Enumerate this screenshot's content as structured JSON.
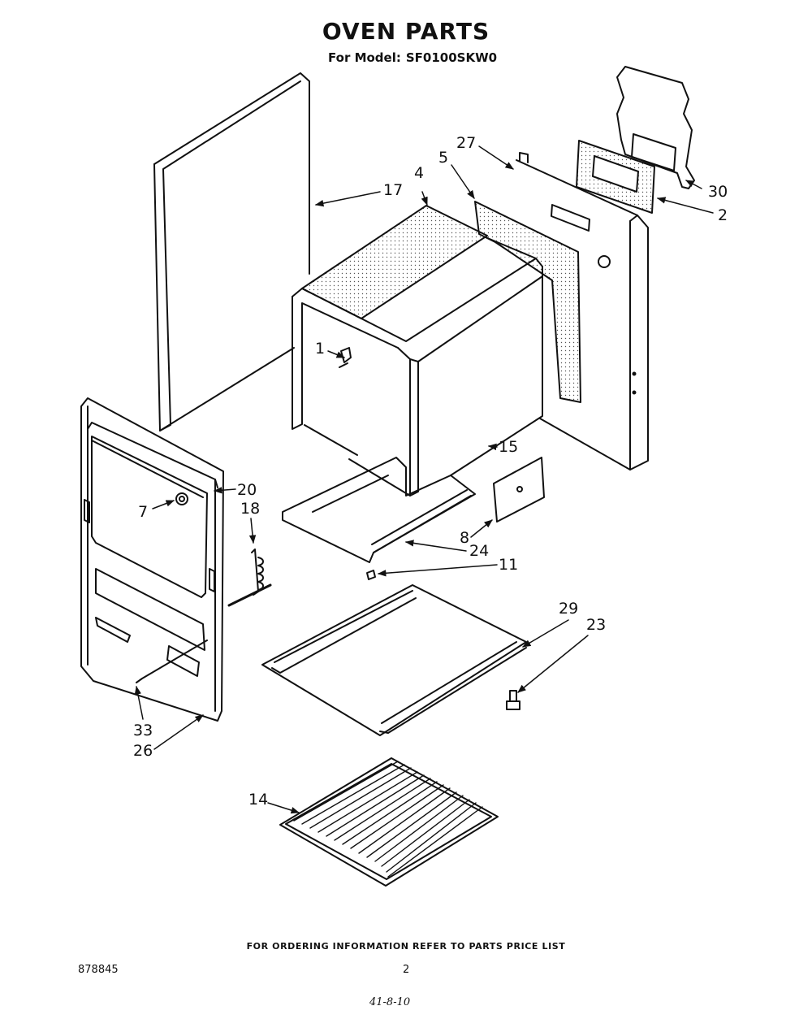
{
  "title": "OVEN PARTS",
  "model_label": "For Model:",
  "model_number": "SF0100SKW0",
  "footer_note": "FOR ORDERING INFORMATION REFER TO PARTS PRICE LIST",
  "doc_number": "878845",
  "page_number": "2",
  "handwritten_note": "41-8-10",
  "callouts": [
    "17",
    "4",
    "5",
    "27",
    "30",
    "2",
    "1",
    "15",
    "20",
    "18",
    "7",
    "8",
    "24",
    "11",
    "29",
    "23",
    "33",
    "26",
    "14"
  ]
}
